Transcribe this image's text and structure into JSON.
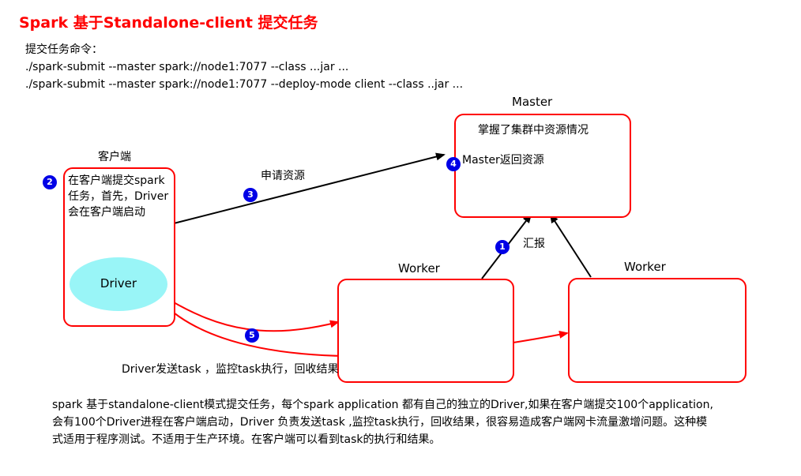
{
  "title": "Spark 基于Standalone-client 提交任务",
  "commands": {
    "heading": "提交任务命令：",
    "line1": "./spark-submit --master spark://node1:7077 --class ...jar ...",
    "line2": "./spark-submit --master spark://node1:7077 --deploy-mode client --class ..jar ..."
  },
  "master": {
    "label": "Master",
    "line1": "掌握了集群中资源情况",
    "line2": "Master返回资源"
  },
  "client": {
    "label": "客户端",
    "text": "在客户端提交spark 任务，首先，Driver会在客户端启动",
    "driver": "Driver"
  },
  "workers": [
    {
      "label": "Worker"
    },
    {
      "label": "Worker"
    }
  ],
  "edges": {
    "apply_resources": "申请资源",
    "report": "汇报",
    "driver_tasks": "Driver发送task ，监控task执行，回收结果"
  },
  "badges": [
    "1",
    "2",
    "3",
    "4",
    "5"
  ],
  "description": "spark 基于standalone-client模式提交任务，每个spark application 都有自己的独立的Driver,如果在客户端提交100个application,会有100个Driver进程在客户端启动，Driver 负责发送task ,监控task执行，回收结果，很容易造成客户端网卡流量激增问题。这种模式适用于程序测试。不适用于生产环境。在客户端可以看到task的执行和结果。",
  "colors": {
    "box_border": "#ff0000",
    "badge": "#0000e6",
    "driver_fill": "#99f5f7",
    "arrow_red": "#ff0000",
    "arrow_black": "#000000"
  }
}
